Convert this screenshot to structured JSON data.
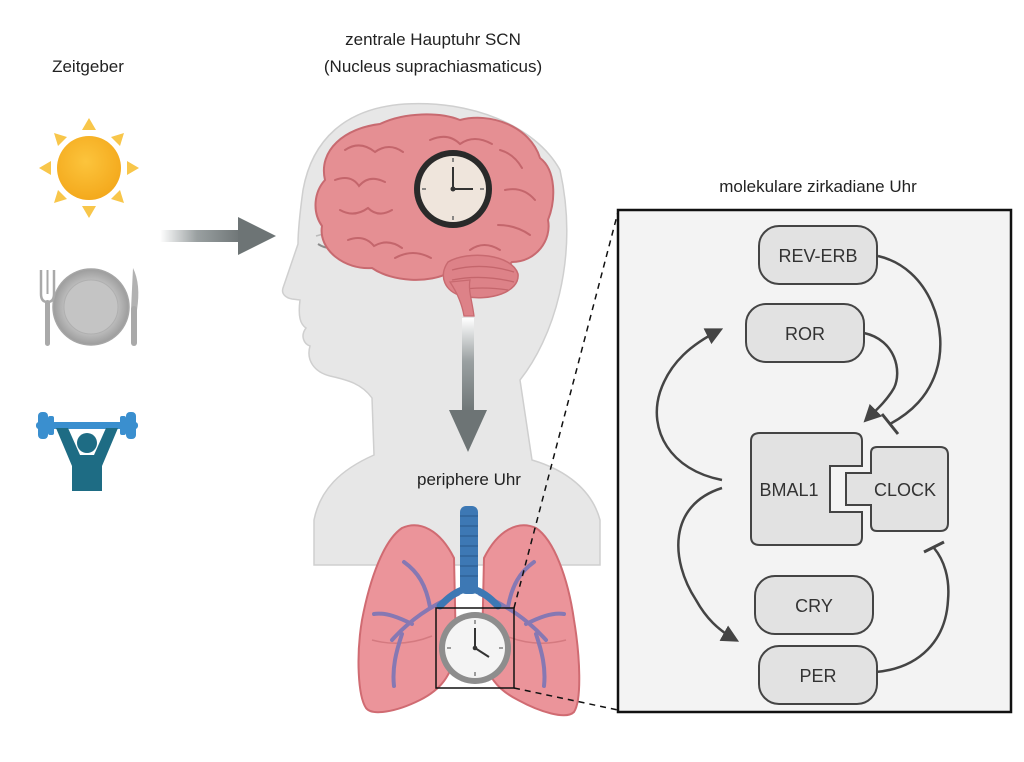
{
  "labels": {
    "zeitgeber": "Zeitgeber",
    "scn_title_line1": "zentrale Hauptuhr SCN",
    "scn_title_line2": "(Nucleus suprachiasmaticus)",
    "peripheral_clock": "periphere Uhr",
    "molecular_clock_title": "molekulare zirkadiane Uhr"
  },
  "molecular_clock": {
    "rev_erb": "REV-ERB",
    "ror": "ROR",
    "bmal1": "BMAL1",
    "clock": "CLOCK",
    "cry": "CRY",
    "per": "PER"
  },
  "icons": {
    "zeitgeber_1": "sun-icon",
    "zeitgeber_2": "plate-with-cutlery-icon",
    "zeitgeber_3": "weightlifter-icon",
    "central_clock": "clock-icon",
    "peripheral_clock": "clock-icon"
  },
  "colors": {
    "sun": "#f8b62a",
    "brain": "#e58f93",
    "lungs": "#eb949a",
    "airway": "#3d78b4",
    "lifter": "#1e6c84",
    "lifter_weights": "#3a8fcf",
    "arrow_gray": "#737a7b",
    "box_fill": "#e2e2e2",
    "panel_fill": "#f3f3f3"
  }
}
